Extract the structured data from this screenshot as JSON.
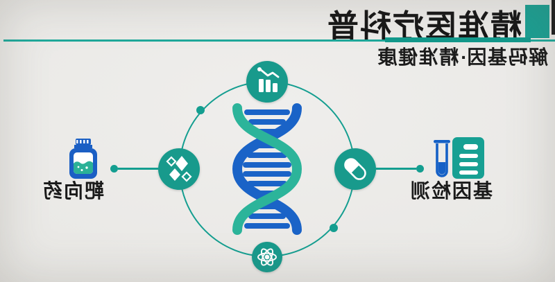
{
  "header": {
    "title": "精准医疗科普",
    "subtitle": "解码基因·精准健康"
  },
  "diagram": {
    "center": {
      "icon": "dna-double-helix"
    },
    "ring_icons": [
      {
        "position": "top",
        "icon": "bar-chart-trend-icon"
      },
      {
        "position": "side",
        "icon": "capsule-pill-icon"
      },
      {
        "position": "side",
        "icon": "sparkle-diamonds-icon"
      },
      {
        "position": "bottom",
        "icon": "atom-icon"
      }
    ],
    "callouts": {
      "gene_testing": {
        "label": "基因检测",
        "icon": "test-tube-report-icon"
      },
      "targeted_drug": {
        "label": "靶向药",
        "icon": "medicine-bottle-icon"
      }
    }
  },
  "colors": {
    "teal_accent": "#1A9F92",
    "teal_ring": "#149E90",
    "dna_teal": "#2CB49A",
    "dna_blue": "#1A63C7",
    "bottle_blue": "#1B5FC4",
    "ink": "#171717",
    "background": "#E9E8E5"
  }
}
